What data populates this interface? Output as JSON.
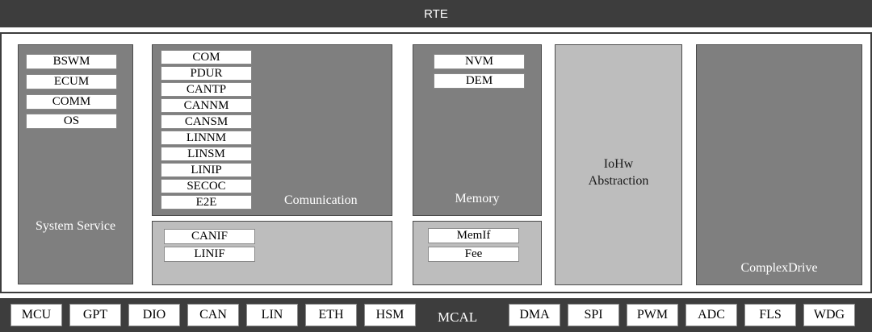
{
  "rte": {
    "label": "RTE"
  },
  "system_service": {
    "label": "System Service",
    "modules": [
      "BSWM",
      "ECUM",
      "COMM",
      "OS"
    ]
  },
  "communication": {
    "label": "Comunication",
    "modules": [
      "COM",
      "PDUR",
      "CANTP",
      "CANNM",
      "CANSM",
      "LINNM",
      "LINSM",
      "LINIP",
      "SECOC",
      "E2E"
    ],
    "if_modules": [
      "CANIF",
      "LINIF"
    ]
  },
  "memory": {
    "label": "Memory",
    "modules": [
      "NVM",
      "DEM"
    ],
    "if_modules": [
      "MemIf",
      "Fee"
    ]
  },
  "iohw": {
    "label_line1": "IoHw",
    "label_line2": "Abstraction"
  },
  "complex_drive": {
    "label": "ComplexDrive"
  },
  "mcal": {
    "label": "MCAL",
    "modules_left": [
      "MCU",
      "GPT",
      "DIO",
      "CAN",
      "LIN",
      "ETH",
      "HSM"
    ],
    "modules_right": [
      "DMA",
      "SPI",
      "PWM",
      "ADC",
      "FLS",
      "WDG"
    ]
  }
}
